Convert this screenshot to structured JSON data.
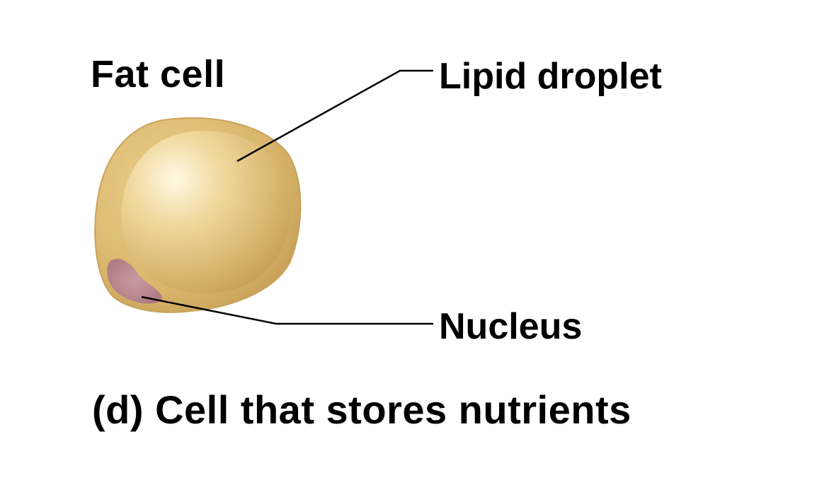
{
  "top_text": "",
  "title": "Fat cell",
  "labels": {
    "lipid_droplet": "Lipid droplet",
    "nucleus": "Nucleus"
  },
  "caption": "(d) Cell that stores nutrients",
  "colors": {
    "cell_outer": "#d9b870",
    "cell_outer_edge": "#c9a35a",
    "droplet_light": "#fff6dc",
    "droplet_mid": "#e6c982",
    "droplet_dark": "#caa45c",
    "nucleus": "#b07e8e",
    "leader_line": "#000000"
  }
}
